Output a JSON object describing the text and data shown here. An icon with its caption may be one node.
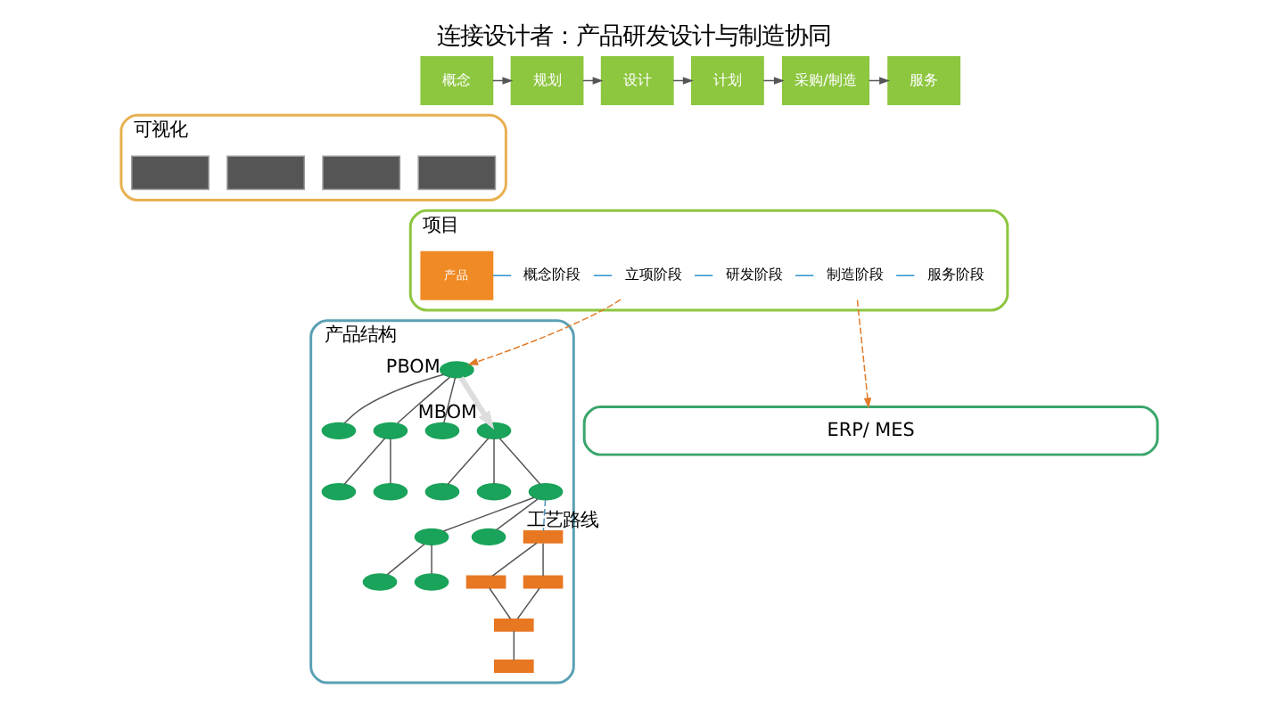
{
  "diagram": {
    "title": "连接设计者：产品研发设计与制造协同",
    "nodes": [
      {
        "text": [
          "概念"
        ]
      },
      {
        "text": [
          "规划"
        ]
      },
      {
        "text": [
          "设计"
        ]
      },
      {
        "text": [
          "计划"
        ]
      },
      {
        "text": [
          "采购/制造"
        ]
      },
      {
        "text": [
          "服务"
        ]
      },
      {
        "text": [
          "可视化"
        ]
      },
      {
        "text": [],
        "shape": "box",
        "in": 6
      },
      {
        "text": [],
        "shape": "box",
        "in": 6
      },
      {
        "text": [],
        "shape": "box",
        "in": 6
      },
      {
        "text": [],
        "shape": "box",
        "in": 6
      },
      {
        "text": [
          "项目"
        ]
      },
      {
        "text": [
          "产品"
        ],
        "in": 11
      },
      {
        "text": [
          "概念阶段"
        ],
        "in": 11
      },
      {
        "text": [
          "立项阶段"
        ],
        "in": 11
      },
      {
        "text": [
          "研发阶段"
        ],
        "in": 11
      },
      {
        "text": [
          "制造阶段"
        ],
        "in": 11
      },
      {
        "text": [
          "服务阶段"
        ],
        "in": 11
      },
      {
        "text": [
          "产品结构"
        ]
      },
      {
        "text": [],
        "shape": "ellipse",
        "in": 18,
        "beside": [
          "PBOM"
        ]
      },
      {
        "text": [],
        "shape": "ellipse",
        "in": 18
      },
      {
        "text": [],
        "shape": "ellipse",
        "in": 18
      },
      {
        "text": [],
        "shape": "ellipse",
        "in": 18
      },
      {
        "text": [],
        "shape": "ellipse",
        "in": 18
      },
      {
        "text": [],
        "shape": "ellipse",
        "in": 18
      },
      {
        "text": [],
        "shape": "ellipse",
        "in": 18,
        "beside": [
          "MBOM"
        ]
      },
      {
        "text": [],
        "shape": "ellipse",
        "in": 18
      },
      {
        "text": [],
        "shape": "ellipse",
        "in": 18
      },
      {
        "text": [],
        "shape": "ellipse",
        "in": 18
      },
      {
        "text": [],
        "shape": "ellipse",
        "in": 18
      },
      {
        "text": [],
        "shape": "ellipse",
        "in": 18
      },
      {
        "text": [],
        "shape": "ellipse",
        "in": 18
      },
      {
        "text": [],
        "shape": "ellipse",
        "in": 18
      },
      {
        "text": [],
        "shape": "bar",
        "in": 18,
        "beside": [
          "工艺路线"
        ]
      },
      {
        "text": [],
        "shape": "bar",
        "in": 18
      },
      {
        "text": [],
        "shape": "bar",
        "in": 18
      },
      {
        "text": [],
        "shape": "bar",
        "in": 18
      },
      {
        "text": [],
        "shape": "bar",
        "in": 18
      },
      {
        "text": [
          "ERP/ MES"
        ]
      }
    ],
    "edges": [
      {
        "from": 0,
        "to": 1,
        "arrow": "to"
      },
      {
        "from": 1,
        "to": 2,
        "arrow": "to"
      },
      {
        "from": 2,
        "to": 3,
        "arrow": "to"
      },
      {
        "from": 3,
        "to": 4,
        "arrow": "to"
      },
      {
        "from": 4,
        "to": 5,
        "arrow": "to"
      },
      {
        "from": 12,
        "to": 13,
        "arrow": "none",
        "color": "#2b8fd0"
      },
      {
        "from": 13,
        "to": 14,
        "arrow": "none",
        "color": "#2b8fd0"
      },
      {
        "from": 14,
        "to": 15,
        "arrow": "none",
        "color": "#2b8fd0"
      },
      {
        "from": 15,
        "to": 16,
        "arrow": "none",
        "color": "#2b8fd0"
      },
      {
        "from": 16,
        "to": 17,
        "arrow": "none",
        "color": "#2b8fd0"
      },
      {
        "from": 19,
        "to": 20,
        "arrow": "none"
      },
      {
        "from": 19,
        "to": 21,
        "arrow": "none"
      },
      {
        "from": 19,
        "to": 22,
        "arrow": "none"
      },
      {
        "from": 21,
        "to": 23,
        "arrow": "none"
      },
      {
        "from": 21,
        "to": 24,
        "arrow": "none"
      },
      {
        "from": 19,
        "to": 25,
        "arrow": "to",
        "style": "thick",
        "color": "#dddddd"
      },
      {
        "from": 25,
        "to": 26,
        "arrow": "none"
      },
      {
        "from": 25,
        "to": 27,
        "arrow": "none"
      },
      {
        "from": 25,
        "to": 28,
        "arrow": "none"
      },
      {
        "from": 28,
        "to": 29,
        "arrow": "none"
      },
      {
        "from": 28,
        "to": 30,
        "arrow": "none"
      },
      {
        "from": 29,
        "to": 31,
        "arrow": "none"
      },
      {
        "from": 29,
        "to": 32,
        "arrow": "none"
      },
      {
        "from": 28,
        "to": 33,
        "arrow": "none",
        "style": "dashed",
        "color": "#4a90b8"
      },
      {
        "from": 33,
        "to": 34,
        "arrow": "none"
      },
      {
        "from": 33,
        "to": 35,
        "arrow": "none"
      },
      {
        "from": 34,
        "to": 36,
        "arrow": "none"
      },
      {
        "from": 35,
        "to": 36,
        "arrow": "none"
      },
      {
        "from": 36,
        "to": 37,
        "arrow": "none"
      },
      {
        "from": 14,
        "to": 19,
        "arrow": "to",
        "style": "dashed",
        "color": "#e07b2a"
      },
      {
        "from": 16,
        "to": 38,
        "arrow": "to",
        "style": "dashed",
        "color": "#e07b2a"
      }
    ]
  }
}
